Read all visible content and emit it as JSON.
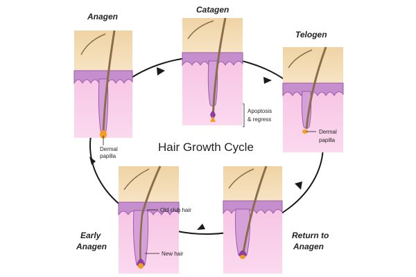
{
  "title": "Hair Growth Cycle",
  "stages": {
    "anagen": {
      "label": "Anagen"
    },
    "catagen": {
      "label": "Catagen"
    },
    "telogen": {
      "label": "Telogen"
    },
    "return_to_anagen": {
      "label_line1": "Return to",
      "label_line2": "Anagen"
    },
    "early_anagen": {
      "label_line1": "Early",
      "label_line2": "Anagen"
    }
  },
  "annotations": {
    "anagen_papilla_line1": "Dermal",
    "anagen_papilla_line2": "papilla",
    "catagen_line1": "Apoptosis",
    "catagen_line2": "& regress",
    "telogen_papilla_line1": "Dermal",
    "telogen_papilla_line2": "papilla",
    "old_club_hair": "Old club hair",
    "new_hair": "New hair"
  },
  "colors": {
    "skin_top": "#f1d6a8",
    "dermis": "#f7c9e6",
    "epidermis_purple": "#a868b3",
    "hair": "#8a6d4a",
    "papilla": "#f39c1f",
    "bulb_purple": "#8e3f9d",
    "arrow": "#1a1a1a"
  }
}
